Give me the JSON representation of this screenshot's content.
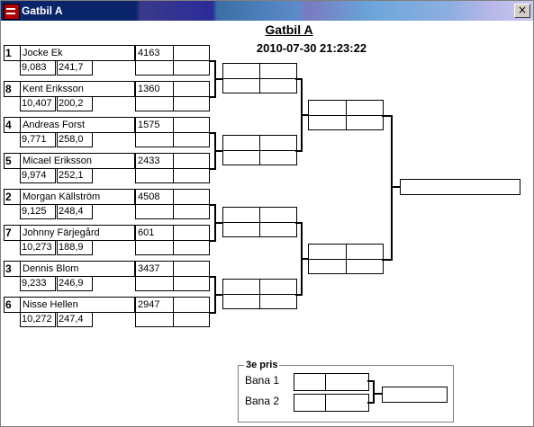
{
  "window": {
    "title": "Gatbil A",
    "close_glyph": "×"
  },
  "heading": "Gatbil A",
  "datetime": "2010-07-30 21:23:22",
  "entries": [
    {
      "seed": "1",
      "name": "Jocke Ek",
      "stat1": "9,083",
      "stat2": "241,7",
      "score": "4163"
    },
    {
      "seed": "8",
      "name": "Kent Eriksson",
      "stat1": "10,407",
      "stat2": "200,2",
      "score": "1360"
    },
    {
      "seed": "4",
      "name": "Andreas Forst",
      "stat1": "9,771",
      "stat2": "258,0",
      "score": "1575"
    },
    {
      "seed": "5",
      "name": "Micael Eriksson",
      "stat1": "9,974",
      "stat2": "252,1",
      "score": "2433"
    },
    {
      "seed": "2",
      "name": "Morgan Källström",
      "stat1": "9,125",
      "stat2": "248,4",
      "score": "4508"
    },
    {
      "seed": "7",
      "name": "Johnny Färjegård",
      "stat1": "10,273",
      "stat2": "188,9",
      "score": "601"
    },
    {
      "seed": "3",
      "name": "Dennis Blom",
      "stat1": "9,233",
      "stat2": "246,9",
      "score": "3437"
    },
    {
      "seed": "6",
      "name": "Nisse Hellen",
      "stat1": "10,272",
      "stat2": "247,4",
      "score": "2947"
    }
  ],
  "third_place": {
    "title": "3e pris",
    "lane1": "Bana 1",
    "lane2": "Bana 2"
  },
  "icons": {
    "app": "app-logo-icon",
    "close": "close-icon"
  }
}
